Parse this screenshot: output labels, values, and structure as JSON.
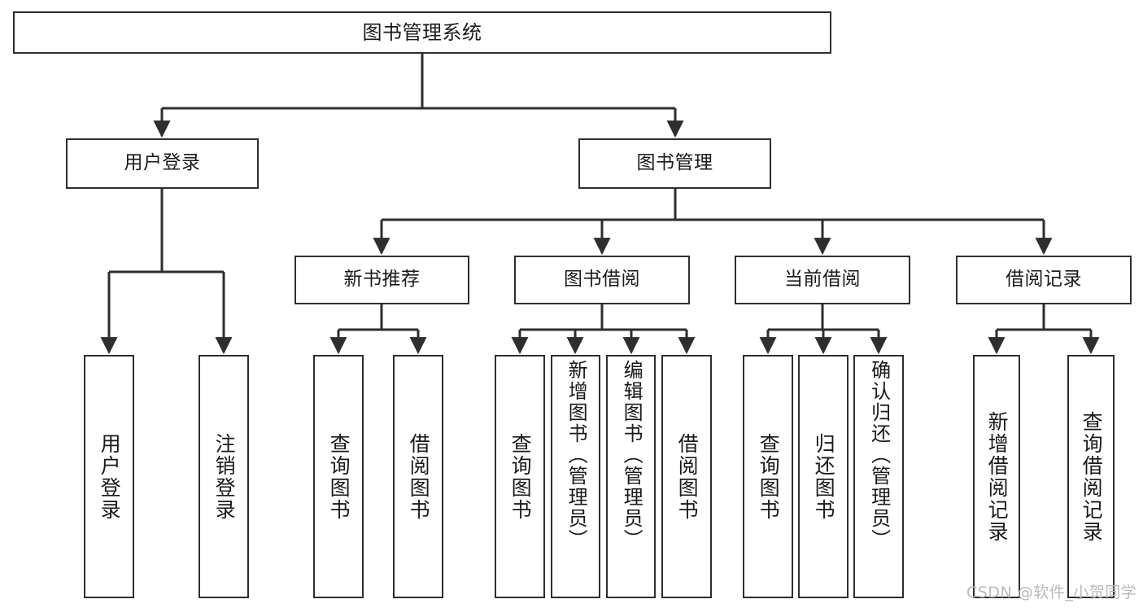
{
  "diagram": {
    "type": "tree",
    "title": "图书管理系统",
    "orientation": "top-down",
    "style": {
      "box_border_color": "#2e2e2e",
      "box_fill_color": "#ffffff",
      "edge_color": "#2e2e2e",
      "background": "#ffffff",
      "text_color": "#1a1a1a"
    },
    "nodes": {
      "root": {
        "label": "图书管理系统",
        "level": 1
      },
      "user_login": {
        "label": "用户登录",
        "level": 2
      },
      "book_manage": {
        "label": "图书管理",
        "level": 2
      },
      "new_book_rec": {
        "label": "新书推荐",
        "level": 3
      },
      "book_borrow": {
        "label": "图书借阅",
        "level": 3
      },
      "current_borrow": {
        "label": "当前借阅",
        "level": 3
      },
      "borrow_record": {
        "label": "借阅记录",
        "level": 3
      },
      "leaf_user_login": {
        "label": "用户登录",
        "level": 3
      },
      "leaf_logout": {
        "label": "注销登录",
        "level": 3
      },
      "leaf_query_book_1": {
        "label": "查询图书",
        "level": 4
      },
      "leaf_borrow_book_1": {
        "label": "借阅图书",
        "level": 4
      },
      "leaf_query_book_2": {
        "label": "查询图书",
        "level": 4
      },
      "leaf_add_book": {
        "label": "新增图书（管理员）",
        "level": 4
      },
      "leaf_edit_book": {
        "label": "编辑图书（管理员）",
        "level": 4
      },
      "leaf_borrow_book_2": {
        "label": "借阅图书",
        "level": 4
      },
      "leaf_query_book_3": {
        "label": "查询图书",
        "level": 4
      },
      "leaf_return_book": {
        "label": "归还图书",
        "level": 4
      },
      "leaf_confirm_return": {
        "label": "确认归还（管理员）",
        "level": 4
      },
      "leaf_add_record": {
        "label": "新增借阅记录",
        "level": 4
      },
      "leaf_query_record": {
        "label": "查询借阅记录",
        "level": 4
      }
    },
    "edges": [
      {
        "from": "root",
        "to": "user_login"
      },
      {
        "from": "root",
        "to": "book_manage"
      },
      {
        "from": "user_login",
        "to": "leaf_user_login"
      },
      {
        "from": "user_login",
        "to": "leaf_logout"
      },
      {
        "from": "book_manage",
        "to": "new_book_rec"
      },
      {
        "from": "book_manage",
        "to": "book_borrow"
      },
      {
        "from": "book_manage",
        "to": "current_borrow"
      },
      {
        "from": "book_manage",
        "to": "borrow_record"
      },
      {
        "from": "new_book_rec",
        "to": "leaf_query_book_1"
      },
      {
        "from": "new_book_rec",
        "to": "leaf_borrow_book_1"
      },
      {
        "from": "book_borrow",
        "to": "leaf_query_book_2"
      },
      {
        "from": "book_borrow",
        "to": "leaf_add_book"
      },
      {
        "from": "book_borrow",
        "to": "leaf_edit_book"
      },
      {
        "from": "book_borrow",
        "to": "leaf_borrow_book_2"
      },
      {
        "from": "current_borrow",
        "to": "leaf_query_book_3"
      },
      {
        "from": "current_borrow",
        "to": "leaf_return_book"
      },
      {
        "from": "current_borrow",
        "to": "leaf_confirm_return"
      },
      {
        "from": "borrow_record",
        "to": "leaf_add_record"
      },
      {
        "from": "borrow_record",
        "to": "leaf_query_record"
      }
    ]
  },
  "watermark": {
    "text": "CSDN @软件_小贺同学"
  }
}
